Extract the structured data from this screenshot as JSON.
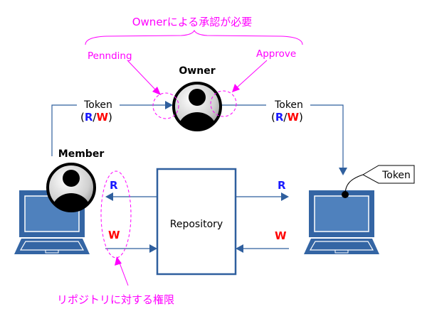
{
  "annotations": {
    "owner_approval": "Ownerによる承認が必要",
    "pending": "Pennding",
    "approve": "Approve",
    "repo_permission": "リポジトリに対する権限"
  },
  "actors": {
    "owner": "Owner",
    "member": "Member"
  },
  "repository": {
    "label": "Repository"
  },
  "token_left": {
    "label": "Token",
    "open": "(",
    "r": "R",
    "slash": "/",
    "w": "W",
    "close": ")"
  },
  "token_right": {
    "label": "Token",
    "open": "(",
    "r": "R",
    "slash": "/",
    "w": "W",
    "close": ")"
  },
  "permissions": {
    "left_r": "R",
    "left_w": "W",
    "right_r": "R",
    "right_w": "W"
  },
  "token_callout": "Token",
  "colors": {
    "line_blue": "#2f5f9e",
    "laptop_blue": "#3465a4",
    "screen_blue": "#4f81bd",
    "annotation_magenta": "#ff00ff",
    "read_blue": "#1a1aff",
    "write_red": "#ff0000"
  }
}
